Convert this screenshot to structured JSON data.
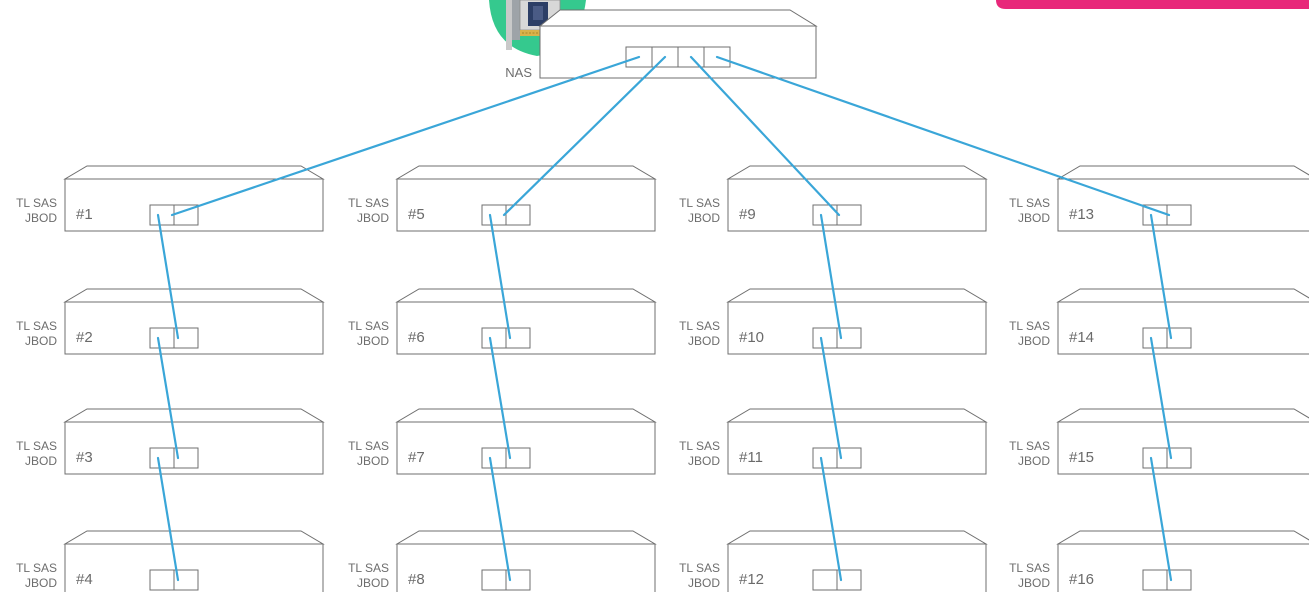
{
  "nas": {
    "label": "NAS"
  },
  "unit_type_line1": "TL SAS",
  "unit_type_line2": "JBOD",
  "columns": [
    {
      "units": [
        "#1",
        "#2",
        "#3",
        "#4"
      ]
    },
    {
      "units": [
        "#5",
        "#6",
        "#7",
        "#8"
      ]
    },
    {
      "units": [
        "#9",
        "#10",
        "#11",
        "#12"
      ]
    },
    {
      "units": [
        "#13",
        "#14",
        "#15",
        "#16"
      ]
    }
  ],
  "colors": {
    "cable": "#3aa6d8",
    "outline": "#6f6f6f",
    "accent_banner": "#e8287a",
    "expansion_card_bg": "#35c98e"
  }
}
